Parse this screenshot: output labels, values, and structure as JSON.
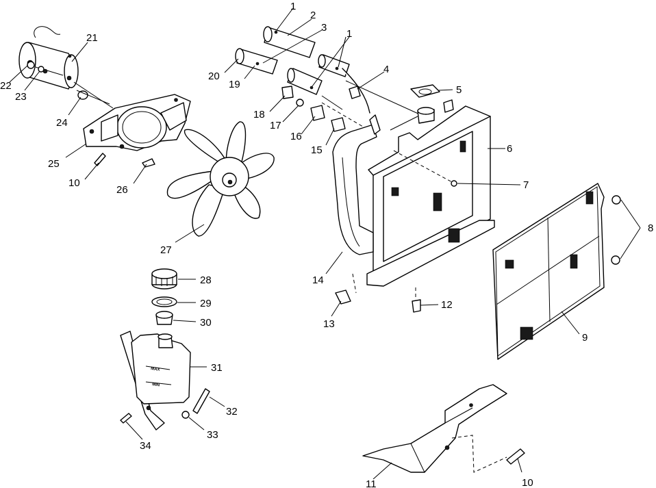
{
  "callouts": [
    {
      "id": "c1a",
      "text": "1"
    },
    {
      "id": "c2",
      "text": "2"
    },
    {
      "id": "c3",
      "text": "3"
    },
    {
      "id": "c1b",
      "text": "1"
    },
    {
      "id": "c4",
      "text": "4"
    },
    {
      "id": "c5",
      "text": "5"
    },
    {
      "id": "c6",
      "text": "6"
    },
    {
      "id": "c7",
      "text": "7"
    },
    {
      "id": "c8",
      "text": "8"
    },
    {
      "id": "c9",
      "text": "9"
    },
    {
      "id": "c10a",
      "text": "10"
    },
    {
      "id": "c10b",
      "text": "10"
    },
    {
      "id": "c11",
      "text": "11"
    },
    {
      "id": "c12",
      "text": "12"
    },
    {
      "id": "c13",
      "text": "13"
    },
    {
      "id": "c14",
      "text": "14"
    },
    {
      "id": "c15",
      "text": "15"
    },
    {
      "id": "c16",
      "text": "16"
    },
    {
      "id": "c17",
      "text": "17"
    },
    {
      "id": "c18",
      "text": "18"
    },
    {
      "id": "c19",
      "text": "19"
    },
    {
      "id": "c20",
      "text": "20"
    },
    {
      "id": "c21",
      "text": "21"
    },
    {
      "id": "c22",
      "text": "22"
    },
    {
      "id": "c23",
      "text": "23"
    },
    {
      "id": "c24",
      "text": "24"
    },
    {
      "id": "c25",
      "text": "25"
    },
    {
      "id": "c26",
      "text": "26"
    },
    {
      "id": "c27",
      "text": "27"
    },
    {
      "id": "c28",
      "text": "28"
    },
    {
      "id": "c29",
      "text": "29"
    },
    {
      "id": "c30",
      "text": "30"
    },
    {
      "id": "c31",
      "text": "31"
    },
    {
      "id": "c32",
      "text": "32"
    },
    {
      "id": "c33",
      "text": "33"
    },
    {
      "id": "c34",
      "text": "34"
    }
  ],
  "bottle_marks": {
    "max": "MAX",
    "min": "MIN"
  }
}
